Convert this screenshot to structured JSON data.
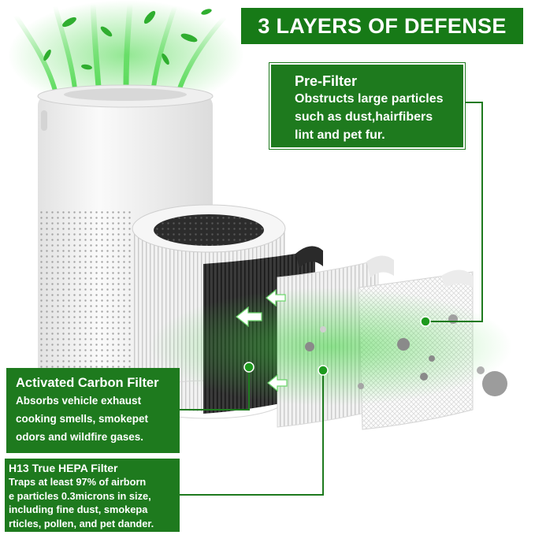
{
  "banner": {
    "title": "3 LAYERS OF DEFENSE"
  },
  "colors": {
    "brand_green": "#177a17",
    "card_green": "#1e7a1e",
    "accent_green": "#3ad43a"
  },
  "callouts": {
    "pre_filter": {
      "title": "Pre-Filter",
      "description": "Obstructs large particles\nsuch as dust,hairfibers\nlint and pet fur."
    },
    "carbon_filter": {
      "title": "Activated Carbon Filter",
      "description": "Absorbs vehicle exhaust\ncooking smells, smokepet\nodors and wildfire gases."
    },
    "hepa_filter": {
      "title": "H13 True HEPA Filter",
      "description": "Traps at least 97% of airborn\ne particles 0.3microns in size,\nincluding fine dust, smokepa\nrticles, pollen, and pet dander."
    }
  },
  "icons": [
    "air-flow-icon",
    "leaf-icon",
    "arrow-left-icon",
    "particle-icon"
  ]
}
